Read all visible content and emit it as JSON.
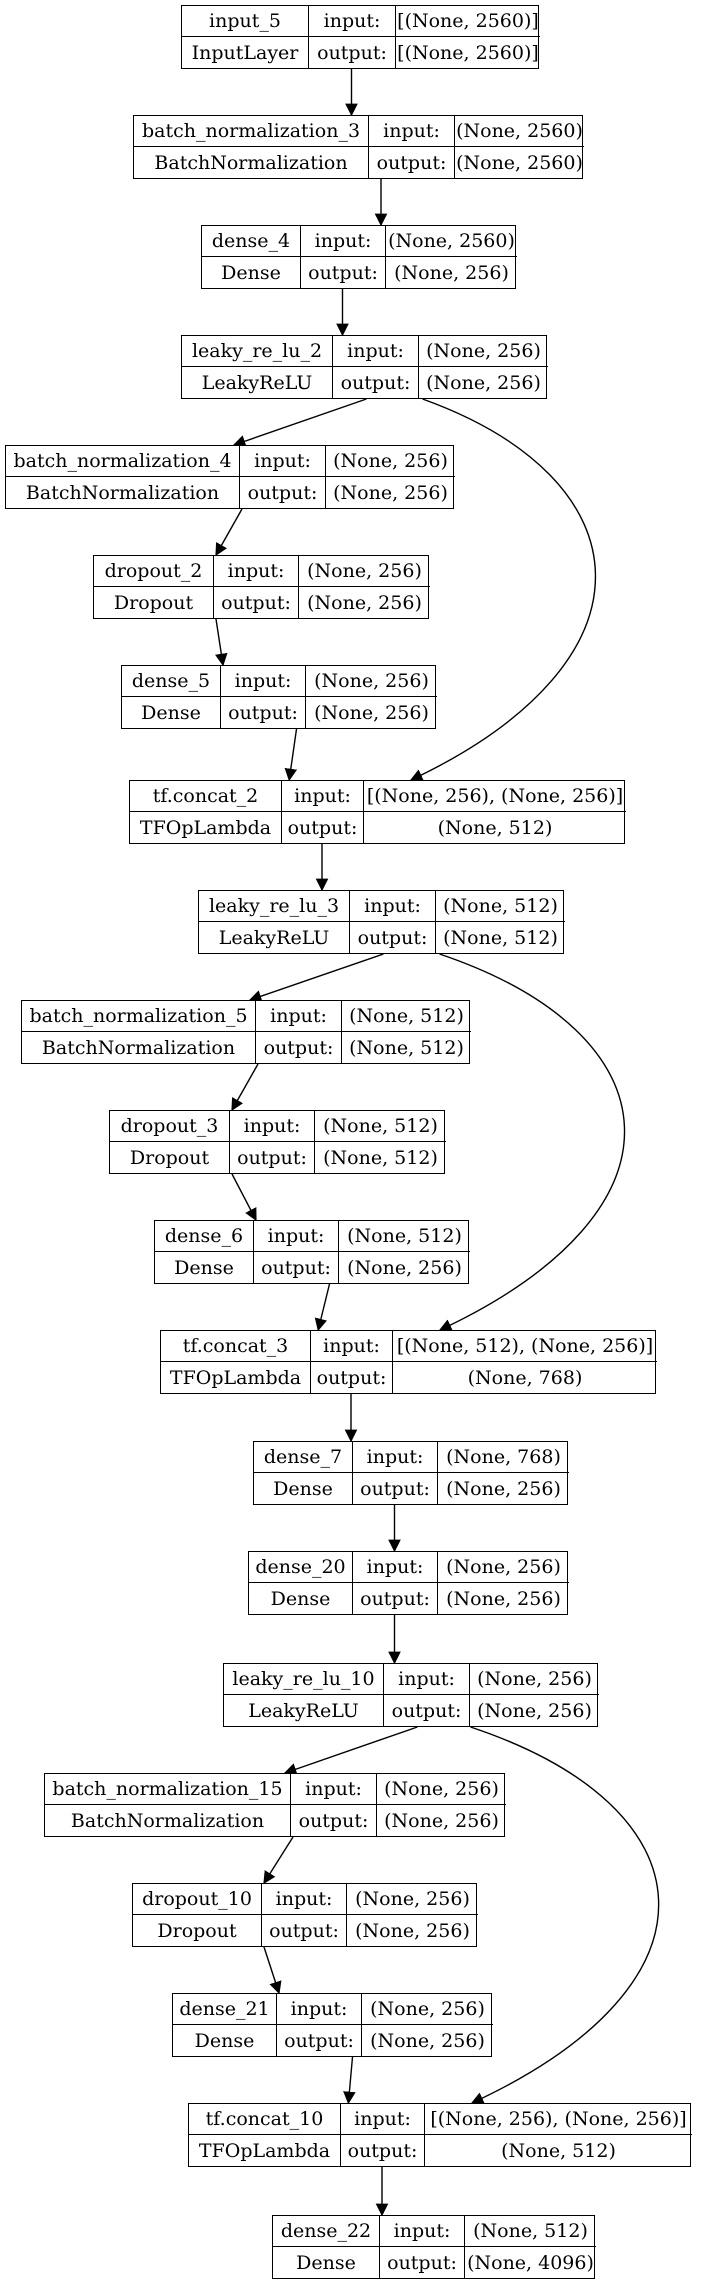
{
  "nodes": [
    {
      "id": "n0",
      "name": "input_5",
      "type": "InputLayer",
      "input": "[(None, 2560)]",
      "output": "[(None, 2560)]"
    },
    {
      "id": "n1",
      "name": "batch_normalization_3",
      "type": "BatchNormalization",
      "input": "(None, 2560)",
      "output": "(None, 2560)"
    },
    {
      "id": "n2",
      "name": "dense_4",
      "type": "Dense",
      "input": "(None, 2560)",
      "output": "(None, 256)"
    },
    {
      "id": "n3",
      "name": "leaky_re_lu_2",
      "type": "LeakyReLU",
      "input": "(None, 256)",
      "output": "(None, 256)"
    },
    {
      "id": "n4",
      "name": "batch_normalization_4",
      "type": "BatchNormalization",
      "input": "(None, 256)",
      "output": "(None, 256)"
    },
    {
      "id": "n5",
      "name": "dropout_2",
      "type": "Dropout",
      "input": "(None, 256)",
      "output": "(None, 256)"
    },
    {
      "id": "n6",
      "name": "dense_5",
      "type": "Dense",
      "input": "(None, 256)",
      "output": "(None, 256)"
    },
    {
      "id": "n7",
      "name": "tf.concat_2",
      "type": "TFOpLambda",
      "input": "[(None, 256), (None, 256)]",
      "output": "(None, 512)"
    },
    {
      "id": "n8",
      "name": "leaky_re_lu_3",
      "type": "LeakyReLU",
      "input": "(None, 512)",
      "output": "(None, 512)"
    },
    {
      "id": "n9",
      "name": "batch_normalization_5",
      "type": "BatchNormalization",
      "input": "(None, 512)",
      "output": "(None, 512)"
    },
    {
      "id": "n10",
      "name": "dropout_3",
      "type": "Dropout",
      "input": "(None, 512)",
      "output": "(None, 512)"
    },
    {
      "id": "n11",
      "name": "dense_6",
      "type": "Dense",
      "input": "(None, 512)",
      "output": "(None, 256)"
    },
    {
      "id": "n12",
      "name": "tf.concat_3",
      "type": "TFOpLambda",
      "input": "[(None, 512), (None, 256)]",
      "output": "(None, 768)"
    },
    {
      "id": "n13",
      "name": "dense_7",
      "type": "Dense",
      "input": "(None, 768)",
      "output": "(None, 256)"
    },
    {
      "id": "n14",
      "name": "dense_20",
      "type": "Dense",
      "input": "(None, 256)",
      "output": "(None, 256)"
    },
    {
      "id": "n15",
      "name": "leaky_re_lu_10",
      "type": "LeakyReLU",
      "input": "(None, 256)",
      "output": "(None, 256)"
    },
    {
      "id": "n16",
      "name": "batch_normalization_15",
      "type": "BatchNormalization",
      "input": "(None, 256)",
      "output": "(None, 256)"
    },
    {
      "id": "n17",
      "name": "dropout_10",
      "type": "Dropout",
      "input": "(None, 256)",
      "output": "(None, 256)"
    },
    {
      "id": "n18",
      "name": "dense_21",
      "type": "Dense",
      "input": "(None, 256)",
      "output": "(None, 256)"
    },
    {
      "id": "n19",
      "name": "tf.concat_10",
      "type": "TFOpLambda",
      "input": "[(None, 256), (None, 256)]",
      "output": "(None, 512)"
    },
    {
      "id": "n20",
      "name": "dense_22",
      "type": "Dense",
      "input": "(None, 512)",
      "output": "(None, 4096)"
    }
  ],
  "port_labels": {
    "input": "input:",
    "output": "output:"
  },
  "edges": [
    [
      "n0",
      "n1"
    ],
    [
      "n1",
      "n2"
    ],
    [
      "n2",
      "n3"
    ],
    [
      "n3",
      "n4"
    ],
    [
      "n4",
      "n5"
    ],
    [
      "n5",
      "n6"
    ],
    [
      "n6",
      "n7"
    ],
    [
      "n3",
      "n7"
    ],
    [
      "n7",
      "n8"
    ],
    [
      "n8",
      "n9"
    ],
    [
      "n9",
      "n10"
    ],
    [
      "n10",
      "n11"
    ],
    [
      "n11",
      "n12"
    ],
    [
      "n8",
      "n12"
    ],
    [
      "n12",
      "n13"
    ],
    [
      "n13",
      "n14"
    ],
    [
      "n14",
      "n15"
    ],
    [
      "n15",
      "n16"
    ],
    [
      "n16",
      "n17"
    ],
    [
      "n17",
      "n18"
    ],
    [
      "n18",
      "n19"
    ],
    [
      "n15",
      "n19"
    ],
    [
      "n19",
      "n20"
    ]
  ]
}
